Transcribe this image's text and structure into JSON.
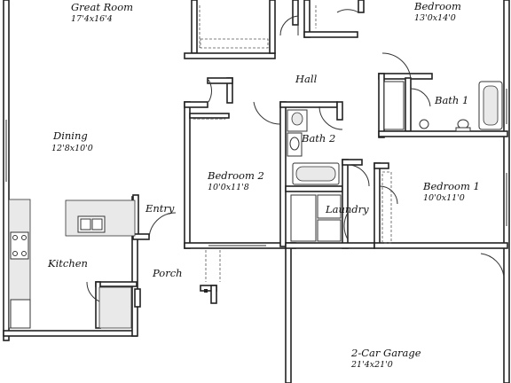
{
  "rooms": {
    "great_room": {
      "name": "Great Room",
      "dims": "17'4x16'4"
    },
    "bedroom_top": {
      "name": "Bedroom",
      "dims": "13'0x14'0"
    },
    "hall": {
      "name": "Hall"
    },
    "bath_1": {
      "name": "Bath 1"
    },
    "bath_2": {
      "name": "Bath 2"
    },
    "dining": {
      "name": "Dining",
      "dims": "12'8x10'0"
    },
    "bedroom_2": {
      "name": "Bedroom 2",
      "dims": "10'0x11'8"
    },
    "bedroom_1": {
      "name": "Bedroom 1",
      "dims": "10'0x11'0"
    },
    "entry": {
      "name": "Entry"
    },
    "laundry": {
      "name": "Laundry"
    },
    "kitchen": {
      "name": "Kitchen"
    },
    "porch": {
      "name": "Porch"
    },
    "garage": {
      "name": "2-Car Garage",
      "dims": "21'4x21'0"
    }
  }
}
